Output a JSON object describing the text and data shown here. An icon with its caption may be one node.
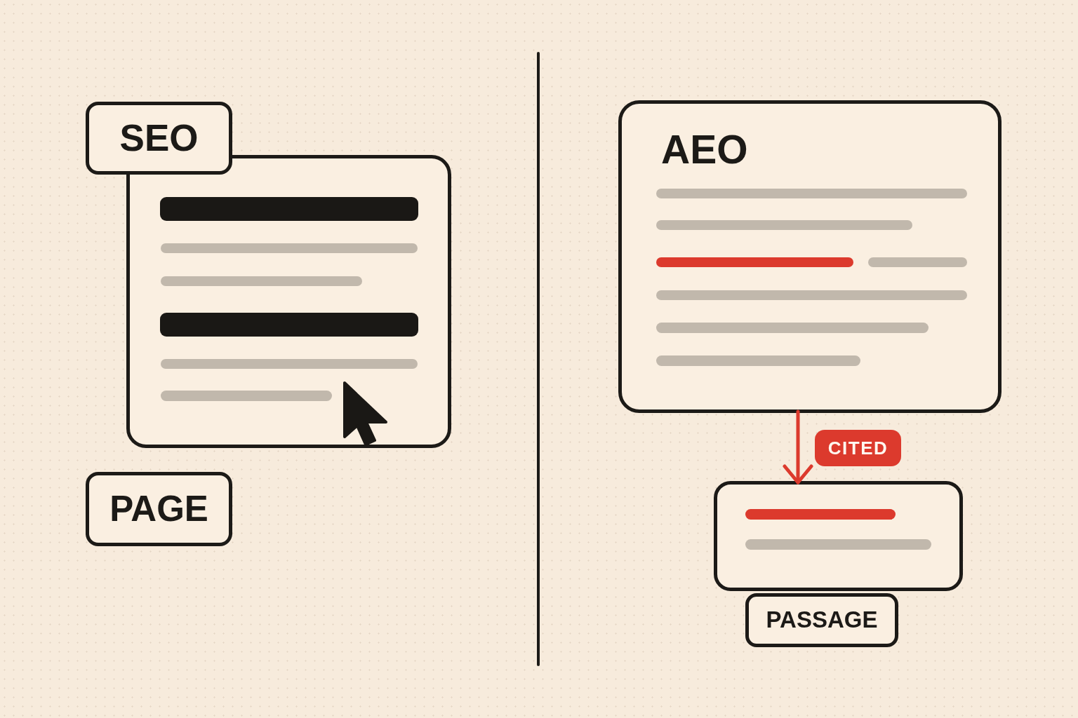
{
  "diagram": {
    "nodes": [
      {
        "text": [
          "SEO"
        ]
      },
      {
        "text": [],
        "shape": "box"
      },
      {
        "text": [
          "PAGE"
        ]
      },
      {
        "text": [
          "AEO"
        ]
      },
      {
        "text": [],
        "shape": "box"
      },
      {
        "text": [
          "PASSAGE"
        ]
      }
    ],
    "edges": [
      {
        "from": 3,
        "to": 4,
        "arrow": "to",
        "label": "CITED",
        "color": "#dc3a2d"
      }
    ]
  }
}
